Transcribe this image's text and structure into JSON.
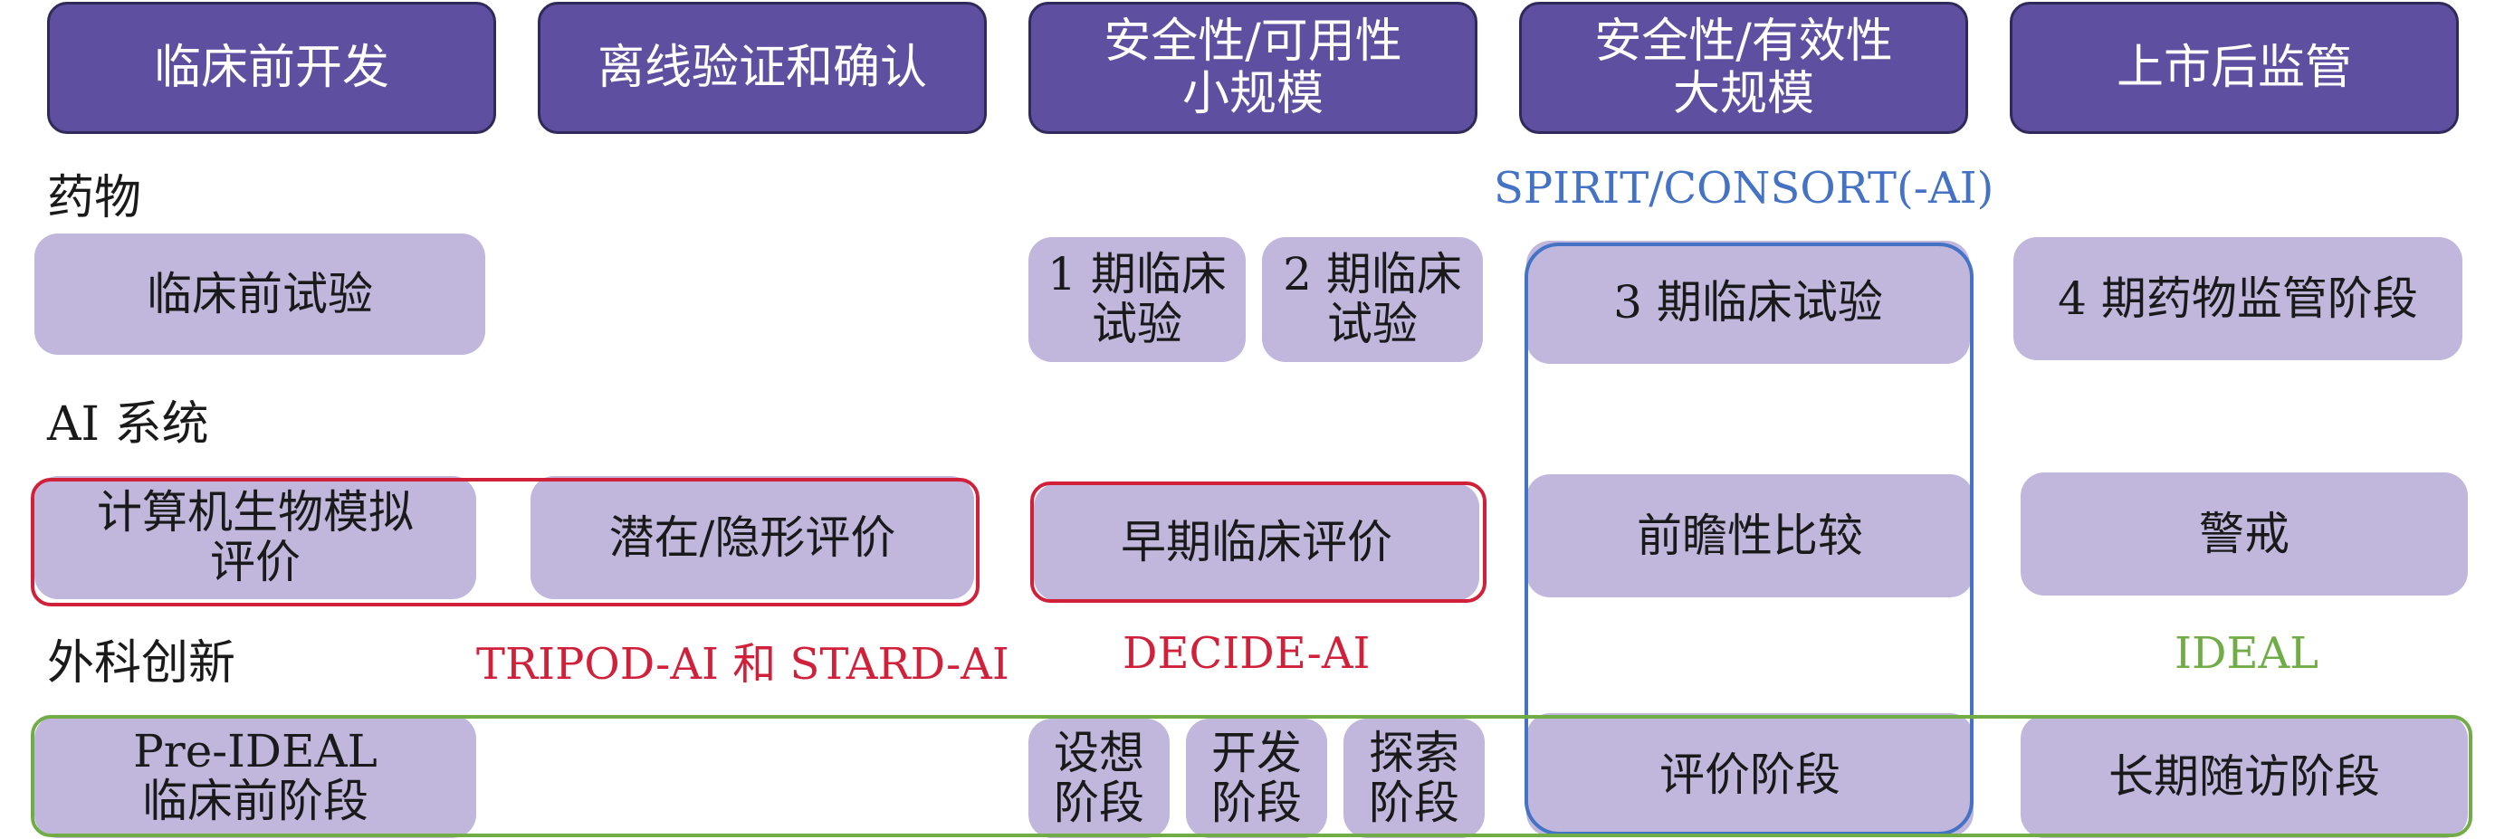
{
  "headers": [
    "临床前开发",
    "离线验证和确认",
    "安全性/可用性\n小规模",
    "安全性/有效性\n大规模",
    "上市后监管"
  ],
  "rows": {
    "drug": {
      "label": "药物",
      "standard": "SPIRIT/CONSORT(-AI)",
      "boxes": [
        "临床前试验",
        "1 期临床\n试验",
        "2 期临床\n试验",
        "3 期临床试验",
        "4 期药物监管阶段"
      ]
    },
    "ai": {
      "label": "AI 系统",
      "boxes": [
        "计算机生物模拟\n评价",
        "潜在/隐形评价",
        "早期临床评价",
        "前瞻性比较",
        "警戒"
      ]
    },
    "surgery": {
      "label": "外科创新",
      "standards": [
        "TRIPOD-AI 和 STARD-AI",
        "DECIDE-AI",
        "IDEAL"
      ],
      "boxes": [
        "Pre-IDEAL\n临床前阶段",
        "设想\n阶段",
        "开发\n阶段",
        "探索\n阶段",
        "评价阶段",
        "长期随访阶段"
      ]
    }
  },
  "colors": {
    "header_fill": "#5e4fa0",
    "box_fill": "#c1b7dd",
    "red": "#d0203a",
    "blue": "#4472c4",
    "green": "#70ad47"
  }
}
